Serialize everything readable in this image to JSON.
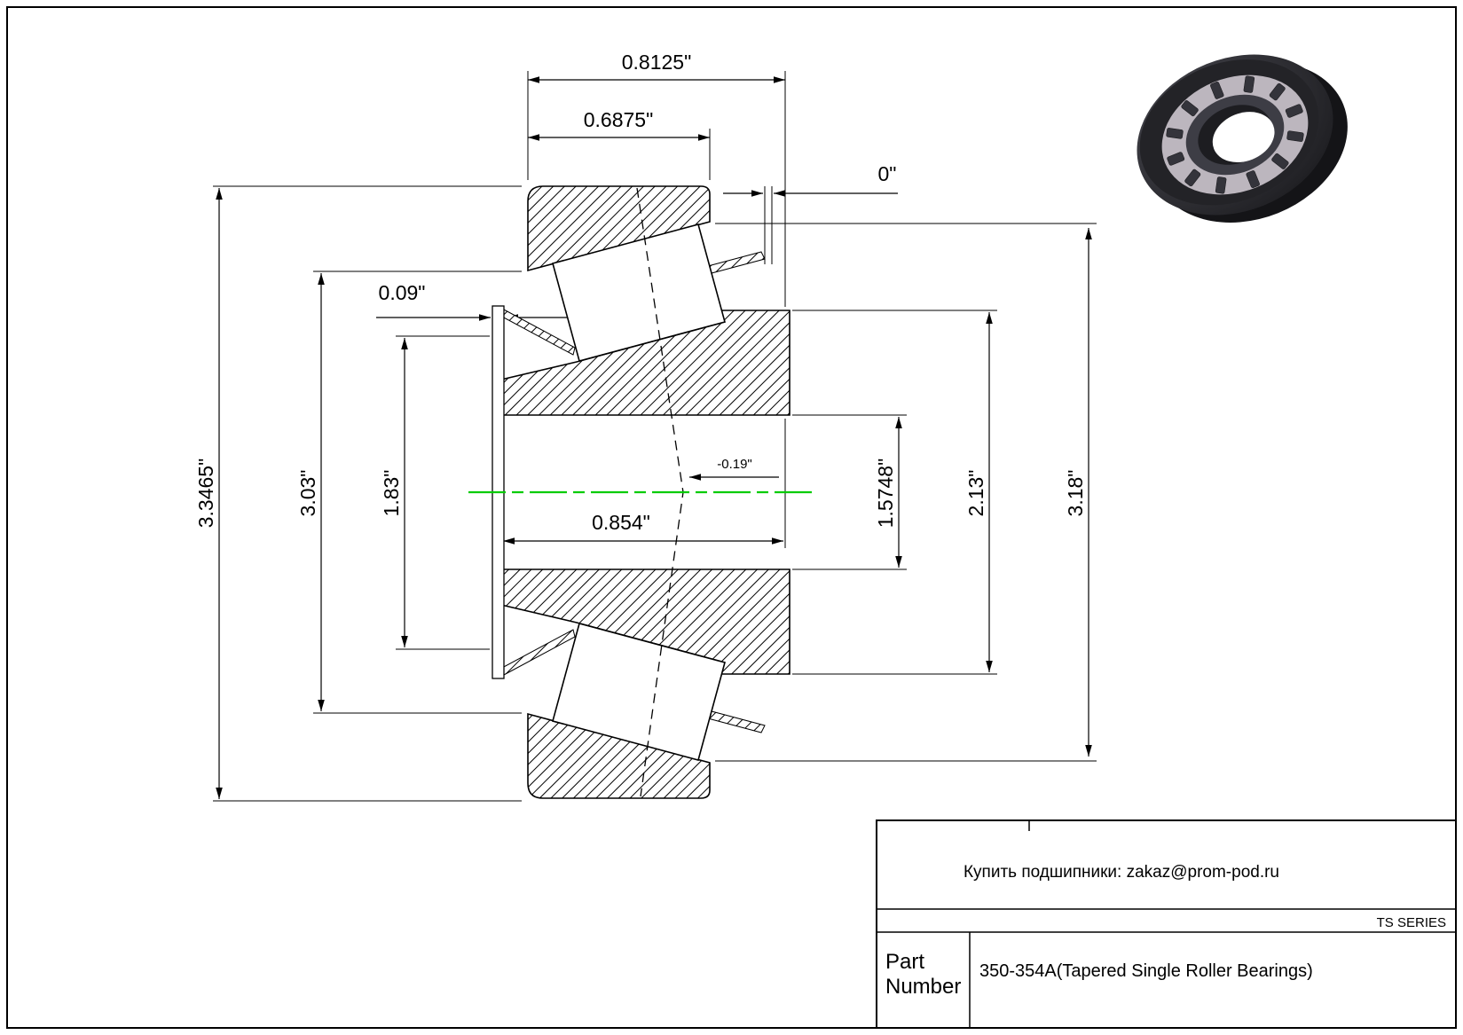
{
  "drawing": {
    "dimensions": {
      "cup_flange_width": "0.8125\"",
      "cup_width": "0.6875\"",
      "standout": "0\"",
      "front_lip": "0.09\"",
      "outer_diameter": "3.3465\"",
      "cup_inner_diameter": "3.03\"",
      "cage_diameter": "1.83\"",
      "cone_width": "0.854\"",
      "effective_center": "-0.19\"",
      "bore_diameter": "1.5748\"",
      "rib_diameter": "2.13\"",
      "flange_diameter": "3.18\""
    },
    "centerline_color": "#00cc00"
  },
  "title_block": {
    "contact": "Купить подшипники: zakaz@prom-pod.ru",
    "series": "TS SERIES",
    "part_label_1": "Part",
    "part_label_2": "Number",
    "part_value": "350-354A(Tapered Single Roller Bearings)"
  }
}
